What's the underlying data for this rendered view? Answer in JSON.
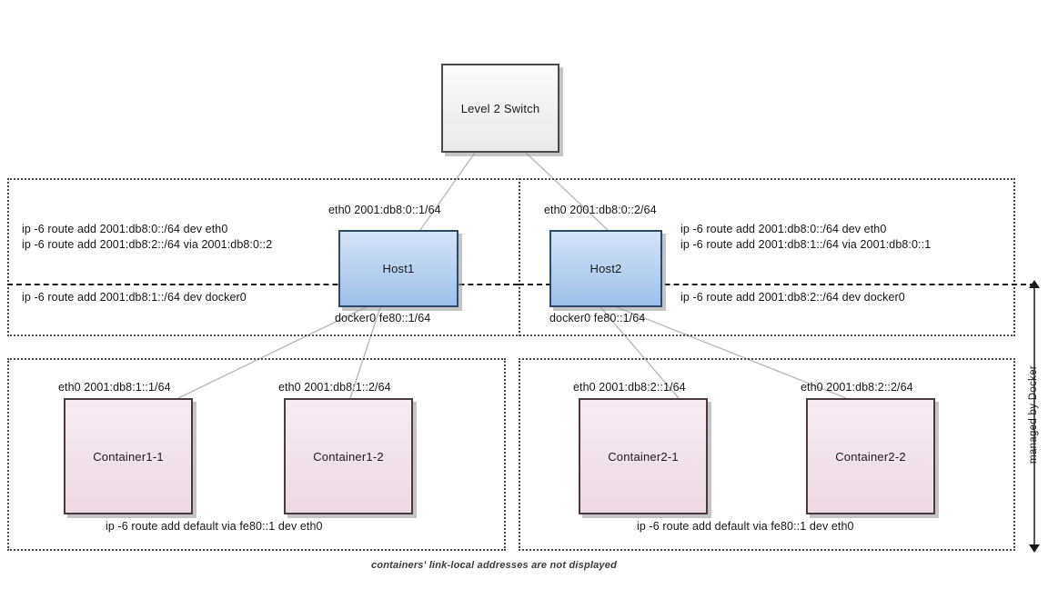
{
  "diagram": {
    "caption": "containers' link-local addresses are not displayed",
    "scale_label": "managed by Docker"
  },
  "nodes": {
    "switch": {
      "label": "Level 2 Switch"
    },
    "host1": {
      "label": "Host1"
    },
    "host2": {
      "label": "Host2"
    },
    "container1_1": {
      "label": "Container1-1"
    },
    "container1_2": {
      "label": "Container1-2"
    },
    "container2_1": {
      "label": "Container2-1"
    },
    "container2_2": {
      "label": "Container2-2"
    }
  },
  "interfaces": {
    "host1_eth0": "eth0 2001:db8:0::1/64",
    "host2_eth0": "eth0 2001:db8:0::2/64",
    "host1_docker0": "docker0 fe80::1/64",
    "host2_docker0": "docker0 fe80::1/64",
    "container1_1_eth0": "eth0 2001:db8:1::1/64",
    "container1_2_eth0": "eth0 2001:db8:1::2/64",
    "container2_1_eth0": "eth0 2001:db8:2::1/64",
    "container2_2_eth0": "eth0 2001:db8:2::2/64"
  },
  "routes": {
    "host1_above_line_1": "ip -6 route add 2001:db8:0::/64 dev eth0",
    "host1_above_line_2": "ip -6 route add 2001:db8:2::/64 via  2001:db8:0::2",
    "host1_below_line_1": "ip -6 route add 2001:db8:1::/64 dev docker0",
    "host2_above_line_1": "ip -6 route add 2001:db8:0::/64 dev eth0",
    "host2_above_line_2": "ip -6 route add 2001:db8:1::/64 via  2001:db8:0::1",
    "host2_below_line_1": "ip -6 route add 2001:db8:2::/64 dev docker0",
    "container_group1_default": "ip -6 route add default via fe80::1 dev eth0",
    "container_group2_default": "ip -6 route add default via fe80::1 dev eth0"
  },
  "colors": {
    "switch_fill": "#efefef",
    "host_fill": "#9cc0ea",
    "container_fill": "#ecd9e3",
    "edge_stroke": "#b9b9b9",
    "group_border": "#4a4a4a",
    "separator": "#1a1a1a"
  }
}
